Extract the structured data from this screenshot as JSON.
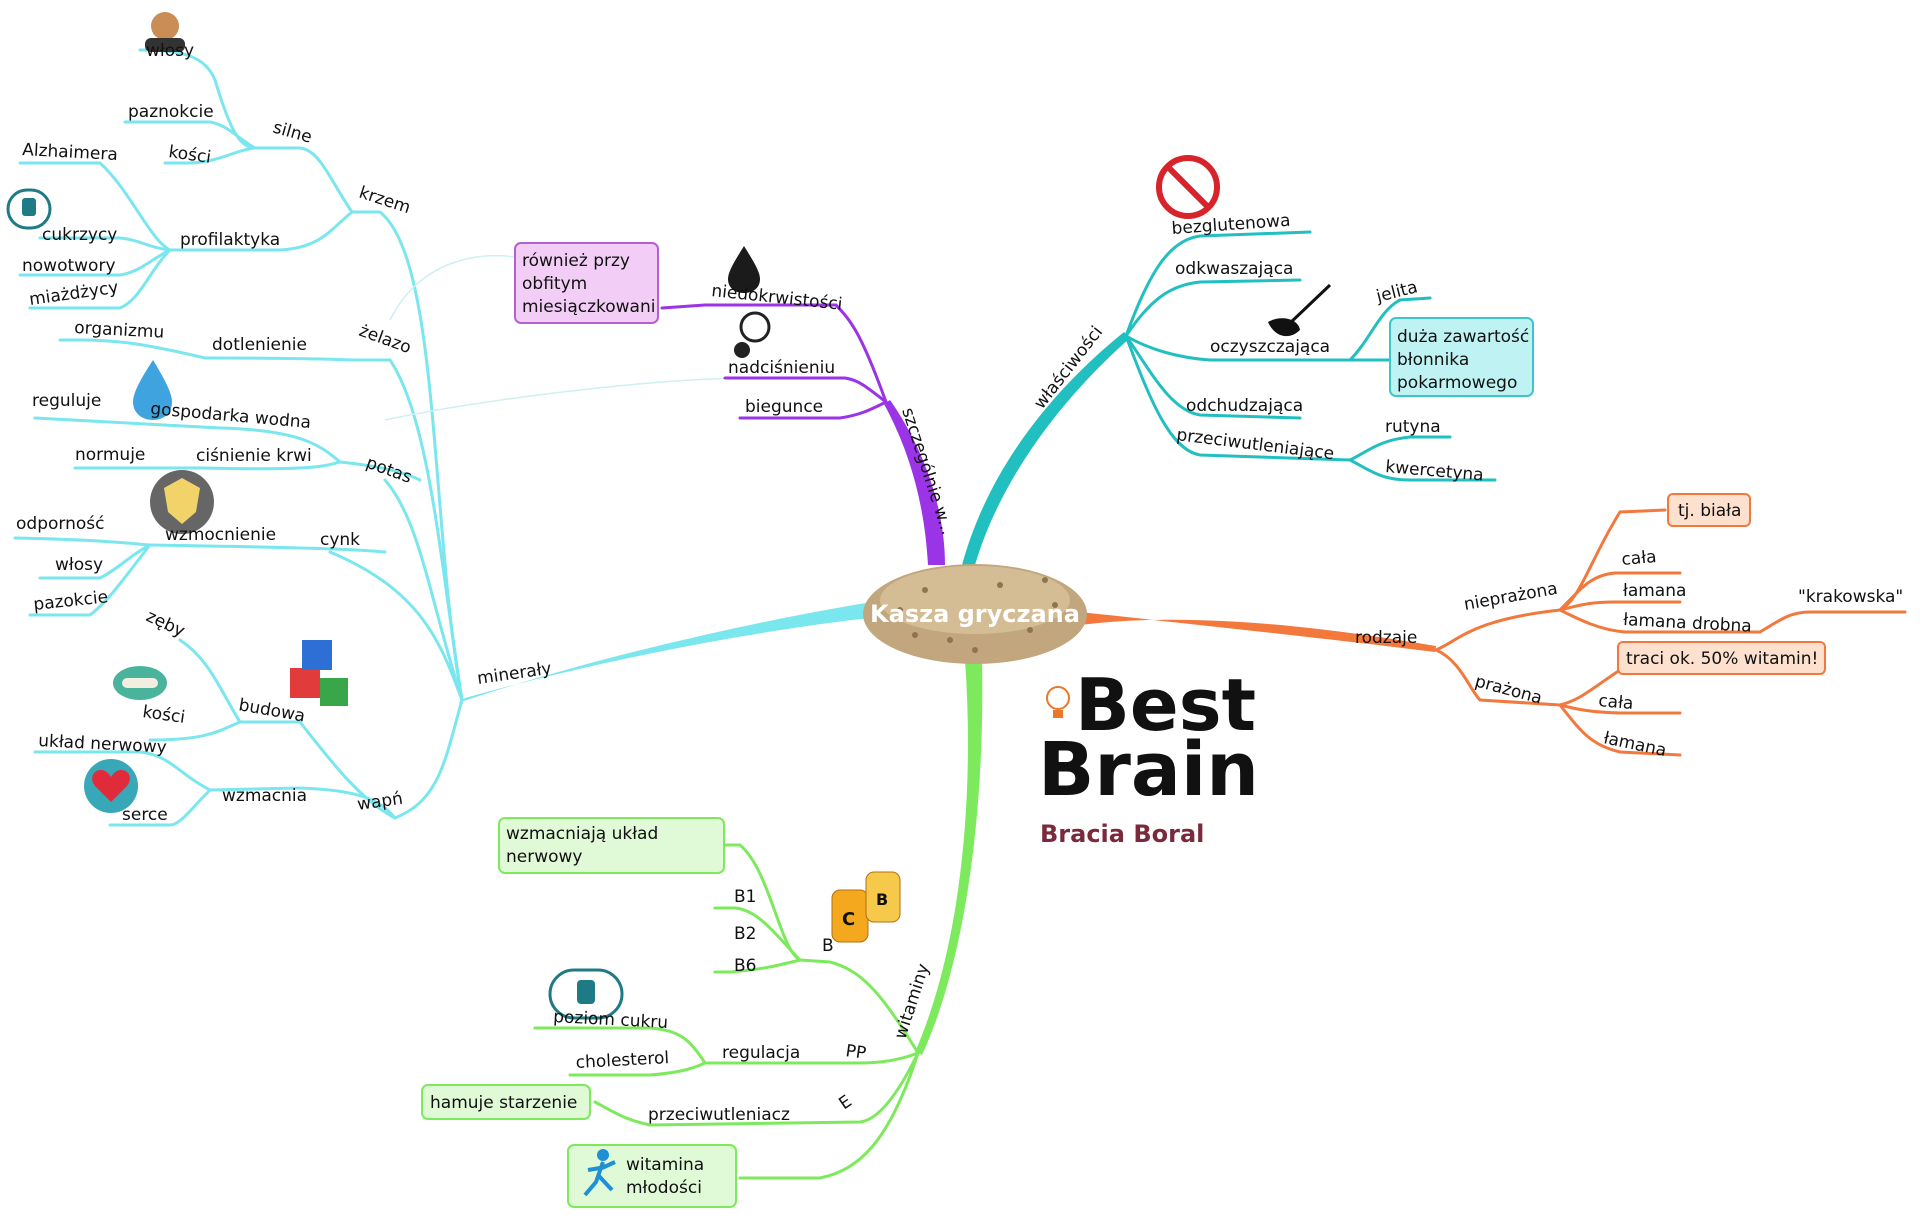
{
  "center": {
    "title": "Kasza gryczana"
  },
  "colors": {
    "minerals": "#7ae6ee",
    "purple": "#9b33e6",
    "teal": "#22bfc0",
    "orange": "#f2783c",
    "green": "#7cea5c",
    "logo_dark": "#6b1e2e",
    "logo_orange": "#e9782a"
  },
  "minerals": {
    "label": "minerały",
    "krzem": {
      "label": "krzem",
      "silne": {
        "label": "silne",
        "items": [
          "włosy",
          "paznokcie",
          "kości"
        ]
      },
      "profilaktyka": {
        "label": "profilaktyka",
        "items": [
          "Alzhaimera",
          "cukrzycy",
          "nowotwory",
          "miażdżycy"
        ]
      }
    },
    "zelazo": {
      "label": "żelazo",
      "dotlenienie": {
        "label": "dotlenienie",
        "items": [
          "organizmu"
        ]
      }
    },
    "potas": {
      "label": "potas",
      "gospodarka": {
        "label": "gospodarka wodna",
        "items": [
          "reguluje"
        ]
      },
      "cisnienie": {
        "label": "ciśnienie krwi",
        "items": [
          "normuje"
        ]
      }
    },
    "cynk": {
      "label": "cynk",
      "wzmocnienie": {
        "label": "wzmocnienie",
        "items": [
          "odporność",
          "włosy",
          "pazokcie"
        ]
      }
    },
    "wapn": {
      "label": "wapń",
      "budowa": {
        "label": "budowa",
        "items": [
          "zęby",
          "kości"
        ]
      },
      "wzmacnia": {
        "label": "wzmacnia",
        "items": [
          "układ nerwowy",
          "serce"
        ]
      }
    }
  },
  "szczegolnie": {
    "label": "szczególnie w...",
    "items": [
      "niedokrwistości",
      "nadciśnieniu",
      "biegunce"
    ],
    "note": [
      "również przy",
      "obfitym",
      "miesiączkowani"
    ]
  },
  "wlasciwosci": {
    "label": "właściwości",
    "items": [
      "bezglutenowa",
      "odkwaszająca",
      "oczyszczająca",
      "odchudzająca",
      "przeciwutleniające"
    ],
    "jelita": "jelita",
    "note": [
      "duża zawartość",
      "błonnika",
      "pokarmowego"
    ],
    "antioxidants": [
      "rutyna",
      "kwercetyna"
    ]
  },
  "rodzaje": {
    "label": "rodzaje",
    "nieprazona": {
      "label": "nieprażona",
      "items": [
        "cała",
        "łamana",
        "łamana drobna"
      ],
      "note": "tj. biała",
      "krakowska": "\"krakowska\""
    },
    "prazona": {
      "label": "prażona",
      "items": [
        "cała",
        "łamana"
      ],
      "note": "traci ok. 50% witamin!"
    }
  },
  "witaminy": {
    "label": "witaminy",
    "b": {
      "label": "B",
      "items": [
        "B1",
        "B2",
        "B6"
      ],
      "note": [
        "wzmacniają układ",
        "nerwowy"
      ]
    },
    "pp": {
      "label": "PP",
      "regulacja": {
        "label": "regulacja",
        "items": [
          "poziom cukru",
          "cholesterol"
        ]
      }
    },
    "e": {
      "label": "E",
      "przeciw": {
        "label": "przeciwutleniacz"
      },
      "note": "hamuje starzenie",
      "note2": [
        "witamina",
        "młodości"
      ]
    }
  },
  "logo": {
    "best": "Best",
    "brain": "Brain",
    "bracia": "Bracia Boral",
    "vitamin_c": "C",
    "vitamin_b": "B"
  }
}
